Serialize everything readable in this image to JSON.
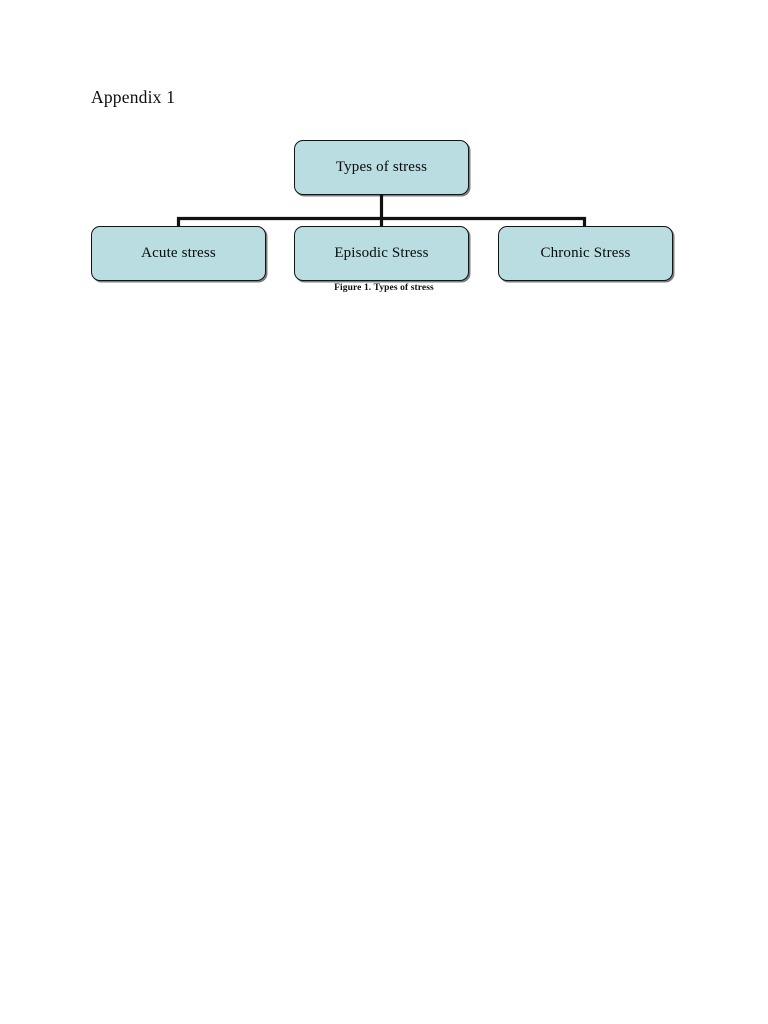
{
  "document": {
    "heading": "Appendix 1",
    "background_color": "#ffffff",
    "text_color": "#000000"
  },
  "diagram": {
    "type": "hierarchy",
    "caption": "Figure 1. Types of stress",
    "node_fill_color": "#b9dde1",
    "node_border_color": "#141414",
    "connector_color": "#111111",
    "root": {
      "id": "types-of-stress",
      "label": "Types of stress"
    },
    "children": [
      {
        "id": "acute-stress",
        "label": "Acute stress"
      },
      {
        "id": "episodic-stress",
        "label": "Episodic Stress"
      },
      {
        "id": "chronic-stress",
        "label": "Chronic Stress"
      }
    ]
  }
}
